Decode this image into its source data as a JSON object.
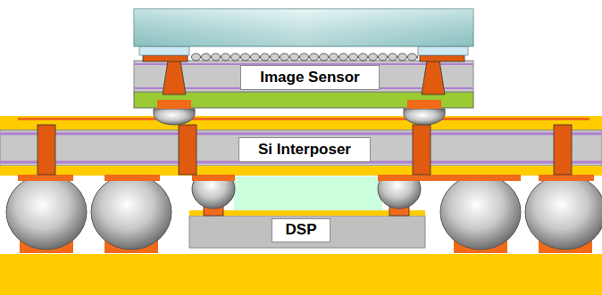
{
  "diagram": {
    "nodes": [
      {
        "text": [
          "Image Sensor"
        ]
      },
      {
        "text": [
          "Si Interposer"
        ]
      },
      {
        "text": [
          "DSP"
        ]
      }
    ]
  }
}
